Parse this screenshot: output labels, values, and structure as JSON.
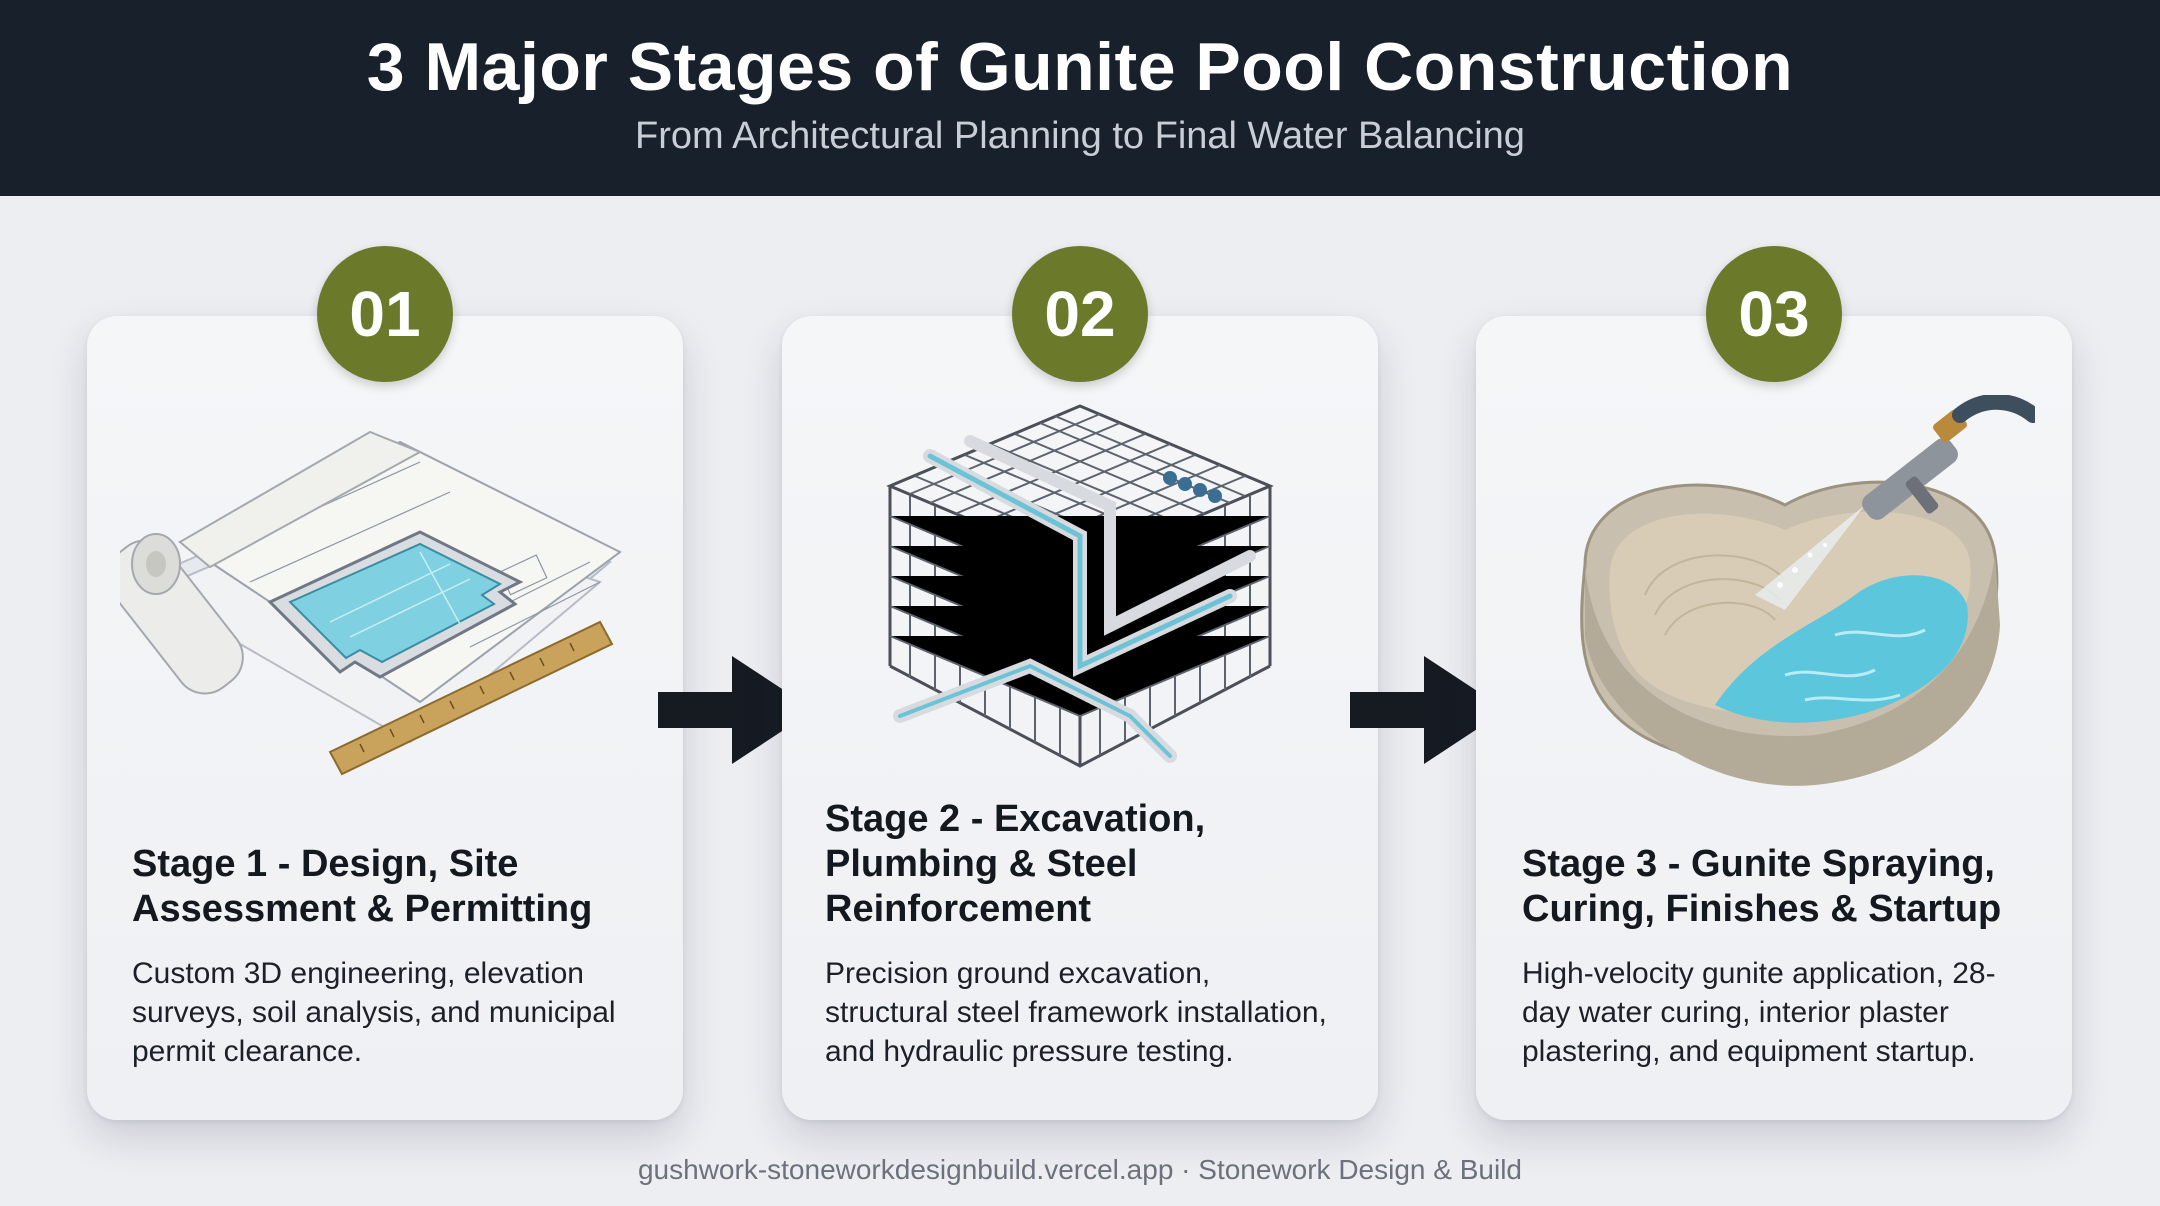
{
  "header": {
    "title": "3 Major Stages of Gunite Pool Construction",
    "subtitle": "From Architectural Planning to Final Water Balancing"
  },
  "stages": [
    {
      "number": "01",
      "title_line1": "Stage 1 - Design, Site",
      "title_line2": "Assessment & Permitting",
      "title_line3": "",
      "description": "Custom 3D engineering, elevation surveys, soil analysis, and municipal permit clearance.",
      "icon": "blueprint-icon"
    },
    {
      "number": "02",
      "title_line1": "Stage 2 - Excavation,",
      "title_line2": "Plumbing & Steel",
      "title_line3": "Reinforcement",
      "description": "Precision ground excavation, structural steel framework installation, and hydraulic pressure testing.",
      "icon": "rebar-plumbing-icon"
    },
    {
      "number": "03",
      "title_line1": "Stage 3 - Gunite Spraying,",
      "title_line2": "Curing, Finishes & Startup",
      "title_line3": "",
      "description": "High-velocity gunite application, 28-day water curing, interior plaster plastering, and equipment startup.",
      "icon": "gunite-spray-icon"
    }
  ],
  "footer": {
    "text": "gushwork-stoneworkdesignbuild.vercel.app · Stonework Design & Build"
  },
  "colors": {
    "header_bg": "#17202b",
    "badge": "#6b7a2a",
    "water": "#5cc6dc",
    "arrow": "#161b22"
  }
}
